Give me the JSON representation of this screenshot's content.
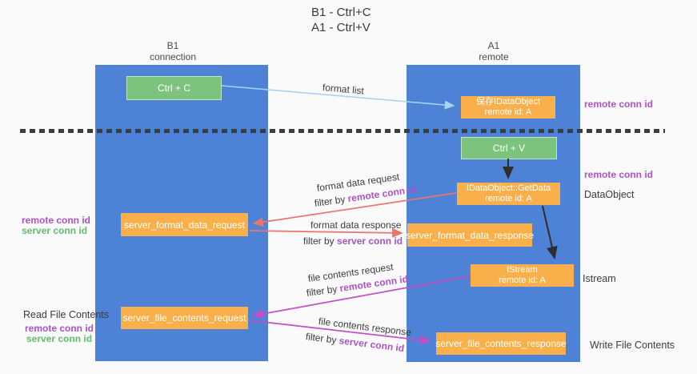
{
  "title": {
    "line1": "B1 - Ctrl+C",
    "line2": "A1 - Ctrl+V"
  },
  "headers": {
    "left": {
      "line1": "B1",
      "line2": "connection"
    },
    "right": {
      "line1": "A1",
      "line2": "remote"
    }
  },
  "boxes": {
    "ctrl_c": {
      "label": "Ctrl + C"
    },
    "save_dataobject": {
      "line1": "保存IDataObject",
      "line2": "remote id: A"
    },
    "ctrl_v": {
      "label": "Ctrl + V"
    },
    "getdata": {
      "line1": "IDataObject::GetData",
      "line2": "remote id: A"
    },
    "format_request": {
      "label": "server_format_data_request"
    },
    "format_response": {
      "label": "server_format_data_response"
    },
    "istream": {
      "line1": "IStream",
      "line2": "remote id: A"
    },
    "file_request": {
      "label": "server_file_contents_request"
    },
    "file_response": {
      "label": "server_file_contents_response"
    }
  },
  "flow_labels": {
    "format_list": "format list",
    "format_data_request": "format data request",
    "format_data_response": "format data response",
    "file_contents_request": "file contents request",
    "file_contents_response": "file contents response",
    "filter_by": "filter by ",
    "remote_conn_id": "remote conn id",
    "server_conn_id": "server conn id"
  },
  "side_labels": {
    "remote_conn_id": "remote conn id",
    "server_conn_id": "server conn id",
    "dataobject": "DataObject",
    "istream": "Istream",
    "read_file_contents": "Read File Contents",
    "write_file_contents": "Write File Contents"
  },
  "colors": {
    "column_blue": "#4d82d6",
    "box_orange": "#f9b04a",
    "box_green": "#7cc47d",
    "arrow_red": "#e9756b",
    "arrow_magenta": "#c44ec4",
    "arrow_lightblue": "#a8d2f4",
    "arrow_black": "#2e2e2e",
    "label_purple": "#ab52c4",
    "label_green": "#63bd6b",
    "dash_dark": "#3c3c3c"
  }
}
